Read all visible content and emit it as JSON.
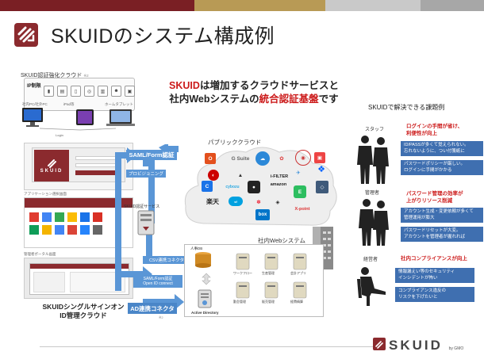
{
  "colors": {
    "topbar": [
      "#7a1f24",
      "#b89a55",
      "#c9c9c9",
      "#a7a7a7"
    ],
    "accent_red": "#cc1a1a",
    "brand_red": "#8b2a2e",
    "blue": "#5a96d6"
  },
  "header": {
    "title": "SKUIDのシステム構成例"
  },
  "headline": {
    "line1_em": "SKUID",
    "line1_rest": "は増加するクラウドサービスと",
    "line2_pre": "社内Webシステムの",
    "line2_em": "統合認証基盤",
    "line2_post": "です"
  },
  "left": {
    "cloud_label": "SKUID認証強化クラウド",
    "cloud_label_sub": "※2",
    "factors": [
      "IP制限",
      "",
      "",
      "",
      "",
      "",
      ""
    ],
    "devices": [
      "社内PC/社外PC",
      "iPad等",
      "ホームタブレット"
    ],
    "login_caption": "Login",
    "app_select": "アプリケーション選択画面",
    "portal": "管理者ポータル画面",
    "bottom_caption_1": "SKUIDシングルサインオン",
    "bottom_caption_2": "ID管理クラウド"
  },
  "connectors": {
    "saml": "SAML/Form認証",
    "provisioning": "プロビジョニング",
    "auth_service": "SKUID認証サービス",
    "csv": "CSV連携コネクタ",
    "saml_open_1": "SAML/Form認証",
    "saml_open_2": "Open ID connect",
    "ad": "AD連携コネクタ",
    "footnote": "※2"
  },
  "public_cloud": {
    "label": "パブリッククラウド",
    "services": [
      "G Suite",
      "i-FILTER",
      "amazon",
      "楽天",
      "box",
      "X-point",
      "cybozu"
    ]
  },
  "internal": {
    "label": "社内Webシステム",
    "person_db": "人事DB",
    "servers": [
      "ワークフロー",
      "生産管理",
      "会計アプリ",
      "勤怠管理",
      "販売管理",
      "経費精算"
    ],
    "ad": "Active Directory"
  },
  "right": {
    "title": "SKUIDで解決できる課題例",
    "roles": [
      {
        "label": "スタッフ",
        "head": [
          "ログインの手間が省け、",
          "利便性が向上"
        ],
        "issues": [
          [
            "ID/PASSが多くて覚えられない。",
            "忘れないように、つい付箋紙に"
          ],
          [
            "パスワードポリシーが厳しい。",
            "ログインに手間がかかる"
          ]
        ]
      },
      {
        "label": "管理者",
        "head": [
          "パスワード管理の効率が",
          "上がりリソース削減"
        ],
        "issues": [
          [
            "アカウント生成・変更依頼が多くて",
            "管理運用が膨大"
          ],
          [
            "パスワードリセットが大変。",
            "アカウントを管理者が握れれば"
          ]
        ]
      },
      {
        "label": "経営者",
        "head": [
          "社内コンプライアンスが向上"
        ],
        "issues": [
          [
            "情報漏えい等のセキュリティ",
            "インシデントが怖い"
          ],
          [
            "コンプライアンス違反の",
            "リスクを下げたいと"
          ]
        ]
      }
    ]
  },
  "footer": {
    "logo": "SKUID",
    "by": "by GMO"
  }
}
